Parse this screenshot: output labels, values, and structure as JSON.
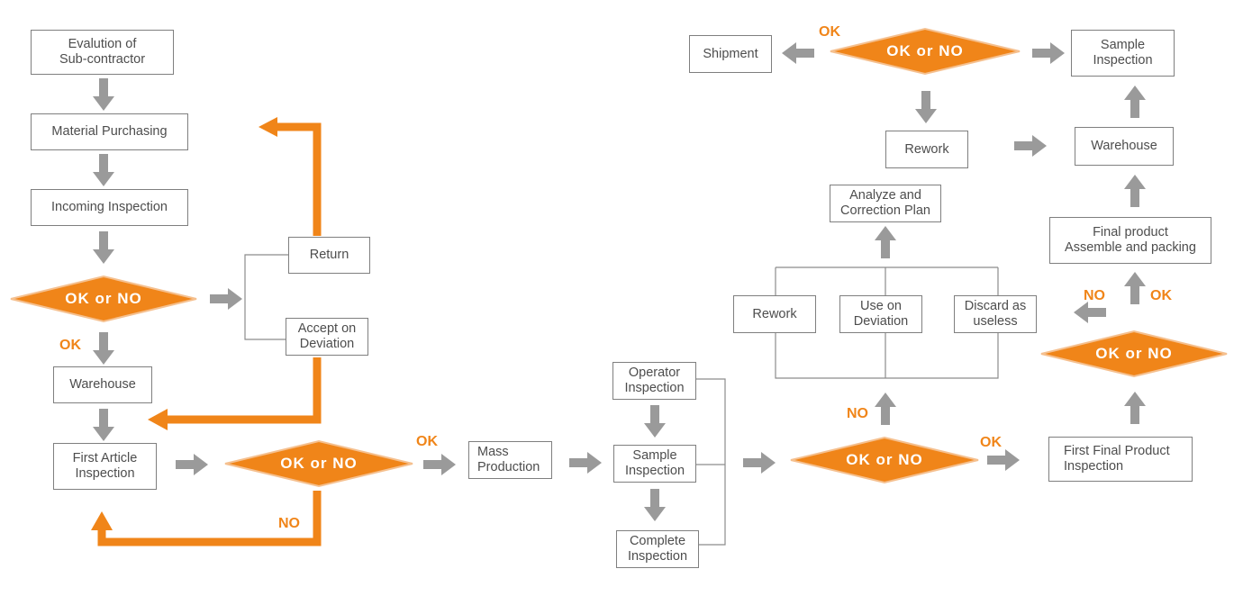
{
  "colors": {
    "orange": "#f08519",
    "gray": "#9a9a9a",
    "line": "#8c8c8c",
    "text": "#4d4d4d"
  },
  "boxes": {
    "evalution": "Evalution of\nSub-contractor",
    "material_purchasing": "Material Purchasing",
    "incoming_inspection": "Incoming Inspection",
    "warehouse_left": "Warehouse",
    "first_article": "First Article\nInspection",
    "return": "Return",
    "accept_deviation": "Accept on\nDeviation",
    "mass_production": "Mass\nProduction",
    "operator_inspection": "Operator\nInspection",
    "sample_inspection_mid": "Sample\nInspection",
    "complete_inspection": "Complete\nInspection",
    "rework_low": "Rework",
    "use_on_deviation": "Use on\nDeviation",
    "discard": "Discard as\nuseless",
    "analyze": "Analyze and\nCorrection Plan",
    "rework_top": "Rework",
    "shipment": "Shipment",
    "sample_inspection_top": "Sample\nInspection",
    "warehouse_right": "Warehouse",
    "final_assemble": "Final product\nAssemble and packing",
    "first_final": "First Final Product\nInspection"
  },
  "decisions": {
    "d_incoming": "OK or NO",
    "d_first_article": "OK or NO",
    "d_mid": "OK or NO",
    "d_top": "OK or NO",
    "d_right": "OK or NO"
  },
  "tags": {
    "ok_incoming": "OK",
    "ok_first_article": "OK",
    "no_first_article": "NO",
    "no_mid": "NO",
    "ok_mid": "OK",
    "ok_top": "OK",
    "no_right": "NO",
    "ok_right": "OK"
  }
}
